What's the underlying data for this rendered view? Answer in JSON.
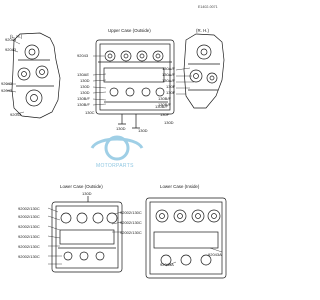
{
  "ref_number": "E1402-0071",
  "upper_left": {
    "title": "(L. H.)",
    "labels": [
      "92043",
      "92043",
      "92043",
      "92043",
      "92043"
    ]
  },
  "upper_center": {
    "title": "Upper Case (Outside)",
    "labels": [
      "92043",
      "130AE",
      "130D",
      "130D",
      "130D",
      "130B/F",
      "130B/F",
      "130C",
      "130B/F",
      "130F",
      "130D",
      "130D",
      "130D"
    ]
  },
  "upper_right": {
    "title": "(R. H.)",
    "labels": [
      "130A/F",
      "130A/F",
      "130A/F",
      "130F",
      "130F",
      "130B/F",
      "130B/F"
    ]
  },
  "lower_left": {
    "title": "Lower Case (Outside)",
    "labels": [
      "130D",
      "92002/130C",
      "92002/130C",
      "92002/130C",
      "92002/130C",
      "92002/130C",
      "92002/130C",
      "92002/130C",
      "92002/130C",
      "92002/130C"
    ]
  },
  "lower_right": {
    "title": "Lower Case (Inside)",
    "labels": [
      "92043A",
      "92043A"
    ]
  },
  "watermark_text": "MOTORPARTS",
  "colors": {
    "line": "#1a1a1a",
    "watermark": "#8fc7e2"
  }
}
